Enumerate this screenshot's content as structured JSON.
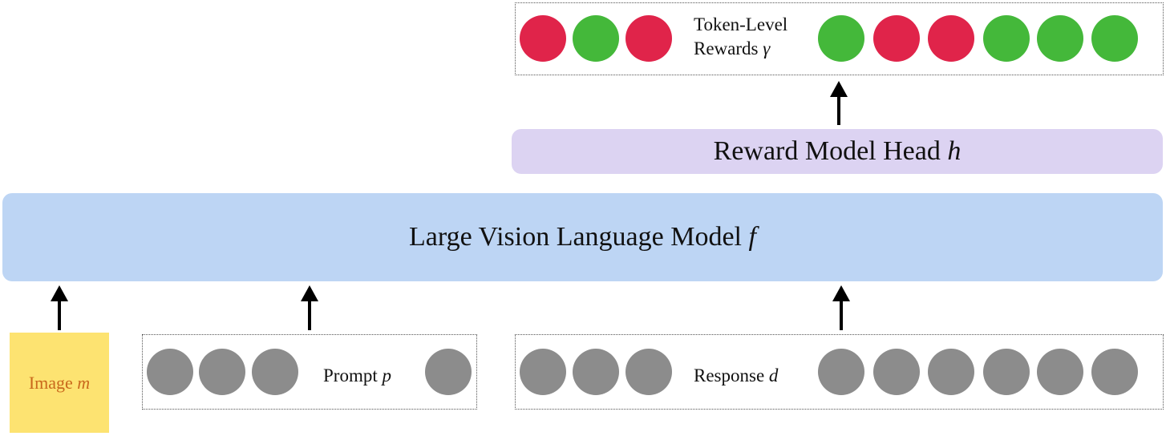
{
  "rewards": {
    "label_line1": "Token-Level",
    "label_line2": "Rewards",
    "label_symbol": "γ",
    "left_tokens": [
      "red",
      "green",
      "red"
    ],
    "right_tokens": [
      "green",
      "red",
      "red",
      "green",
      "green",
      "green"
    ]
  },
  "reward_head": {
    "label": "Reward Model Head",
    "symbol": "h"
  },
  "lvlm": {
    "label": "Large Vision Language Model",
    "symbol": "f"
  },
  "image": {
    "label": "Image",
    "symbol": "m"
  },
  "prompt": {
    "label": "Prompt",
    "symbol": "p"
  },
  "response": {
    "label": "Response",
    "symbol": "d"
  },
  "colors": {
    "reward_red": "#e0244a",
    "reward_green": "#44b83a",
    "token_gray": "#8c8c8c",
    "reward_head_bg": "#dcd3f2",
    "lvlm_bg": "#bdd5f4",
    "image_bg": "#fde371",
    "image_text": "#c9681c"
  }
}
